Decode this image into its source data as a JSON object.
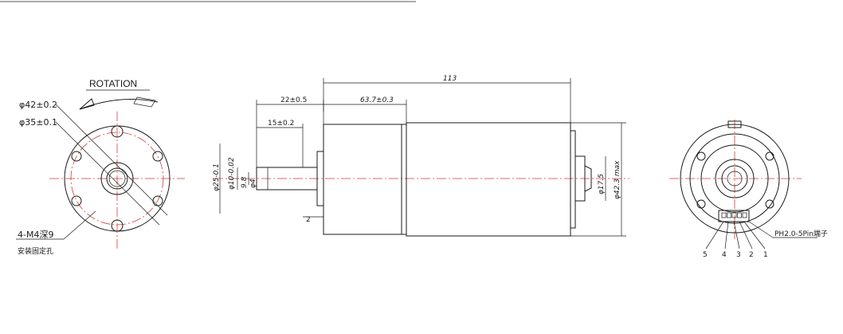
{
  "rotation_label": "ROTATION",
  "front": {
    "d1": "φ42±0.2",
    "d2": "φ35±0.1",
    "holes": "4-M4深9",
    "holes_note": "安装固定孔"
  },
  "side": {
    "length_total": "113",
    "length_gear": "63.7±0.3",
    "shaft_ext": "22±0.5",
    "shaft_flat": "15±0.2",
    "flange_thk": "2",
    "boss_dia": "φ25-0.1",
    "shaft_dia": "φ10-0.02",
    "flat_dim": "9.8",
    "shaft_small": "φ4",
    "motor_dia": "φ17.5",
    "max_dia": "φ42.3 max"
  },
  "rear": {
    "connector": "PH2.0-5Pin端子",
    "pins": [
      "5",
      "4",
      "3",
      "2",
      "1"
    ]
  },
  "colors": {
    "line": "#1a1a1a",
    "center": "#d23a3a"
  }
}
